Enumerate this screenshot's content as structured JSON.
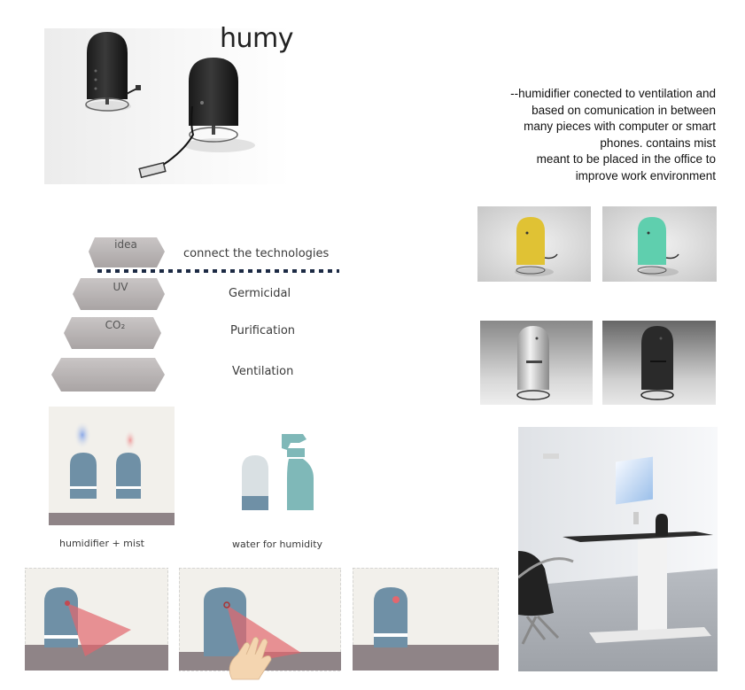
{
  "brand": {
    "name": "humy"
  },
  "description": {
    "lines": [
      "--humidifier conected to ventilation and",
      "based on comunication in between",
      "many pieces with computer or smart",
      "phones. contains mist",
      "meant to be placed in the office to",
      "improve work environment"
    ]
  },
  "layers": [
    {
      "label": "idea",
      "caption": "connect the technologies"
    },
    {
      "label": "UV",
      "caption": "Germicidal"
    },
    {
      "label": "CO₂",
      "caption": "Purification"
    },
    {
      "label": "",
      "caption": "Ventilation"
    }
  ],
  "captions": {
    "mist": "humidifier  +  mist",
    "water": "water for humidity"
  },
  "variants": [
    {
      "color": "#e0c234"
    },
    {
      "color": "#5fcfae"
    },
    {
      "color": "#c9c9c9"
    },
    {
      "color": "#2a2a2a"
    }
  ],
  "colors": {
    "device": "#6f90a6",
    "floor": "#8f8487",
    "sensor_beam": "#e3676e",
    "bottle": "#7fb8b8"
  }
}
